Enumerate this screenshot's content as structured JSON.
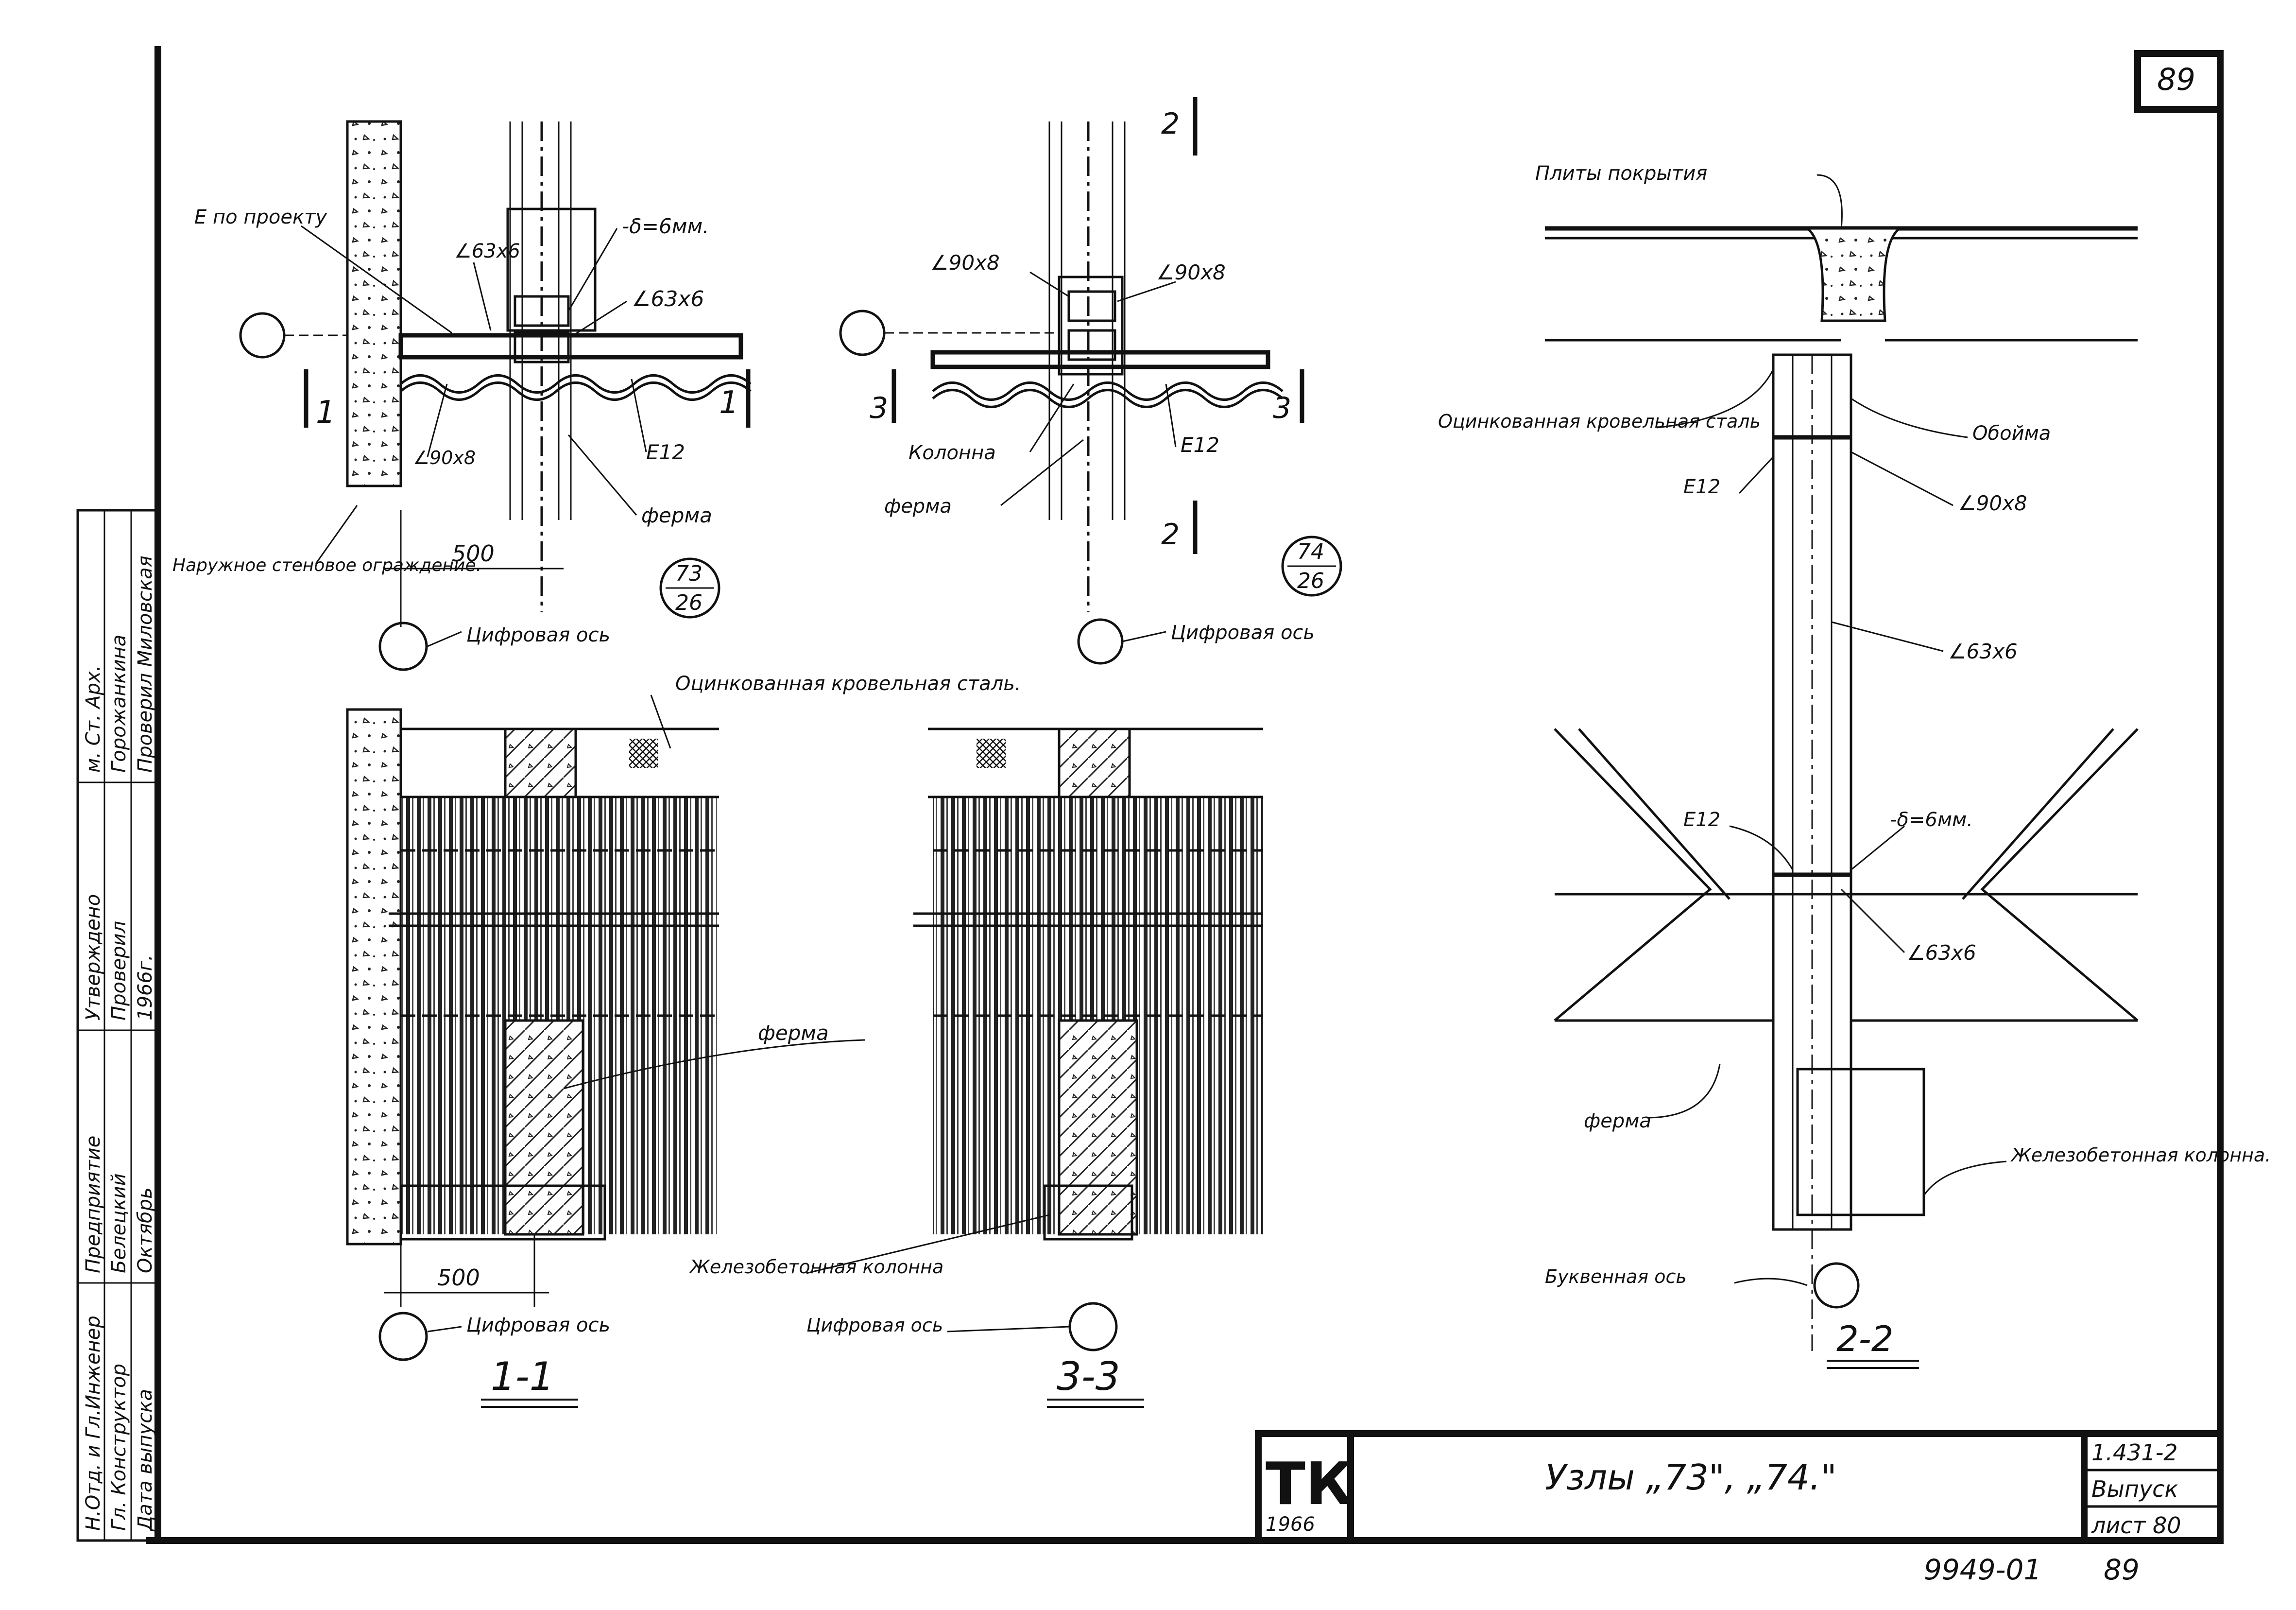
{
  "sheet": {
    "sheet_number_top": "89",
    "stamp_number": "9949-01",
    "stamp_page": "89"
  },
  "title_block": {
    "logo": "ТК",
    "year": "1966",
    "title": "Узлы „73\", „74.\"",
    "series": "1.431-2",
    "issue": "Выпуск",
    "sheet": "лист 80"
  },
  "side_stamp": {
    "rows": [
      {
        "role": "Н.Отд. и Гл.Инженер",
        "name": "Предприятие",
        "sign": "Утверждено",
        "extra": "м. Ст. Арх."
      },
      {
        "role": "Гл. Конструктор",
        "name": "Белецкий",
        "sign": "Проверил",
        "extra": "Горожанкина"
      },
      {
        "role": "Дата выпуска",
        "name": "Октябрь",
        "sign": "1966г.",
        "extra": "Проверил Миловская"
      }
    ]
  },
  "view_73": {
    "label_channel_top": "Е по проекту",
    "label_angle_a": "∠63х6",
    "label_plate": "-δ=6мм.",
    "label_angle_b": "∠63х6",
    "label_angle_c": "∠90х8",
    "label_channel": "Е12",
    "label_truss": "ферма",
    "label_wall": "Наружное стеновое ограждение.",
    "dimension": "500",
    "axis": "Цифровая ось",
    "cut_mark": "1",
    "node_number": "73",
    "node_sheet": "26"
  },
  "view_74": {
    "label_angle_left": "∠90х8",
    "label_angle_right": "∠90х8",
    "label_column": "Колонна",
    "label_truss": "ферма",
    "label_channel": "Е12",
    "axis": "Цифровая ось",
    "cut_mark_side": "3",
    "cut_mark_top": "2",
    "node_number": "74",
    "node_sheet": "26"
  },
  "view_22": {
    "label_slabs": "Плиты покрытия",
    "label_roof_steel": "Оцинкованная кровельная сталь",
    "label_cage": "Обойма",
    "label_channel_top": "Е12",
    "label_angle_a": "∠90х8",
    "label_angle_b": "∠63х6",
    "label_channel_mid": "Е12",
    "label_plate": "-δ=6мм.",
    "label_angle_c": "∠63х6",
    "label_truss": "ферма",
    "label_rc_column": "Железобетонная колонна.",
    "axis": "Буквенная ось",
    "section_title": "2-2"
  },
  "view_11": {
    "label_roof_steel": "Оцинкованная кровельная сталь.",
    "label_truss": "ферма",
    "dimension": "500",
    "axis": "Цифровая ось",
    "section_title": "1-1"
  },
  "view_33": {
    "label_rc_column": "Железобетонная колонна",
    "axis": "Цифровая ось",
    "section_title": "3-3"
  }
}
